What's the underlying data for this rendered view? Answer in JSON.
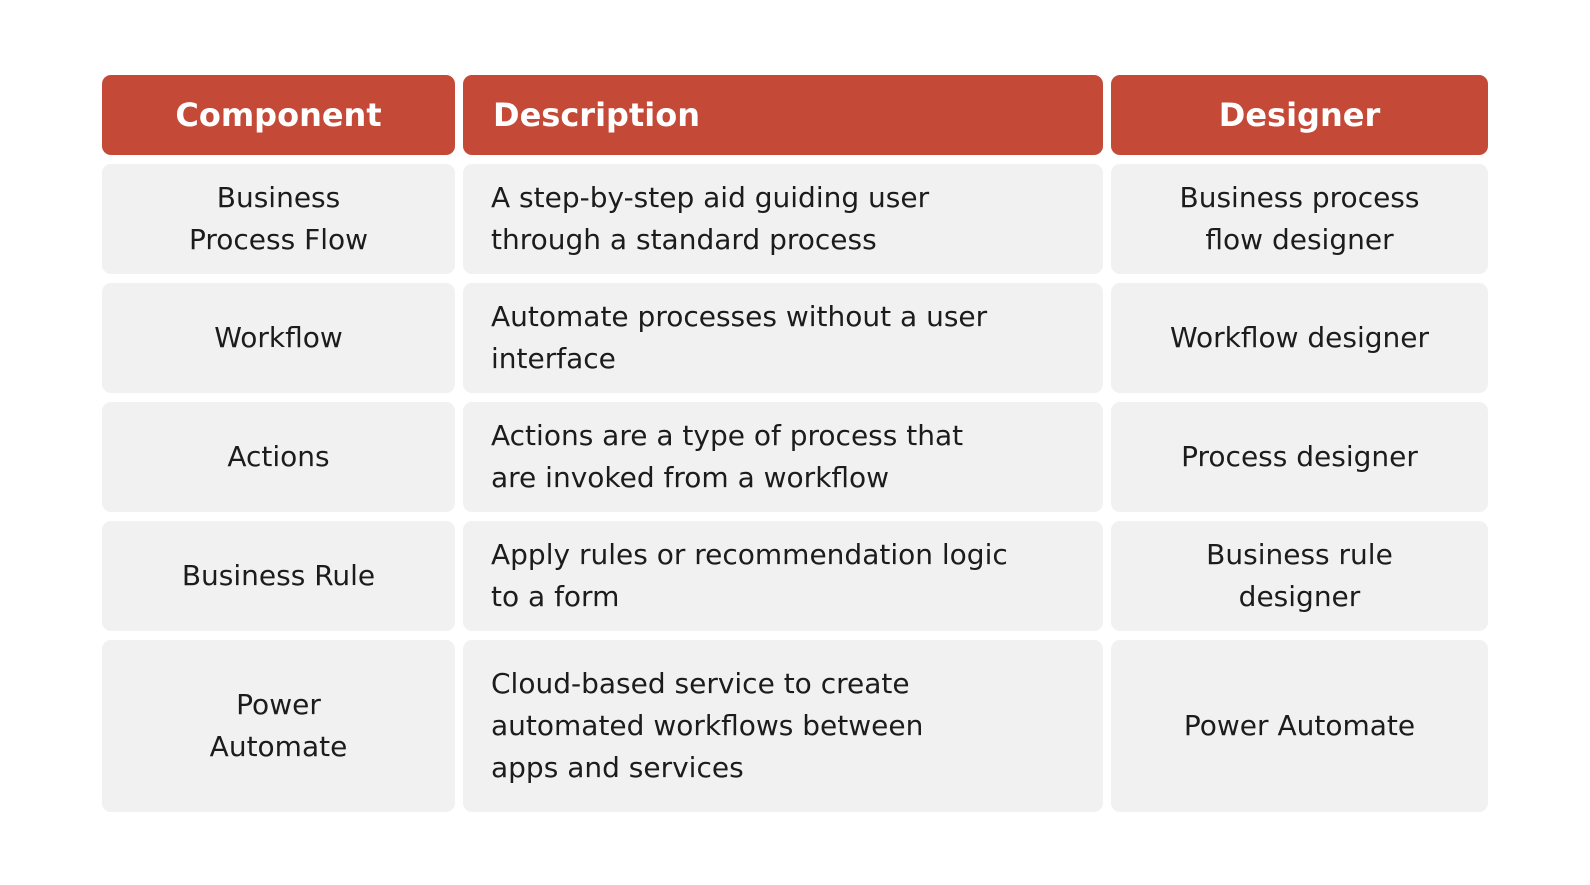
{
  "colors": {
    "header_bg": "#c44936",
    "header_text": "#ffffff",
    "row_bg": "#f1f1f1",
    "body_text": "#1c1c1c",
    "page_bg": "#ffffff"
  },
  "chart_data": {
    "type": "table",
    "columns": [
      "Component",
      "Description",
      "Designer"
    ],
    "rows": [
      [
        "Business\nProcess Flow",
        "A step-by-step aid guiding user\nthrough a standard process",
        "Business process\nflow designer"
      ],
      [
        "Workflow",
        "Automate processes without a user\ninterface",
        "Workflow designer"
      ],
      [
        "Actions",
        "Actions are a type of process that\nare invoked from a workflow",
        "Process designer"
      ],
      [
        "Business Rule",
        "Apply rules or recommendation logic\nto a form",
        "Business rule\ndesigner"
      ],
      [
        "Power\nAutomate",
        "Cloud-based service to create\nautomated workflows between\napps and services",
        "Power Automate"
      ]
    ]
  }
}
